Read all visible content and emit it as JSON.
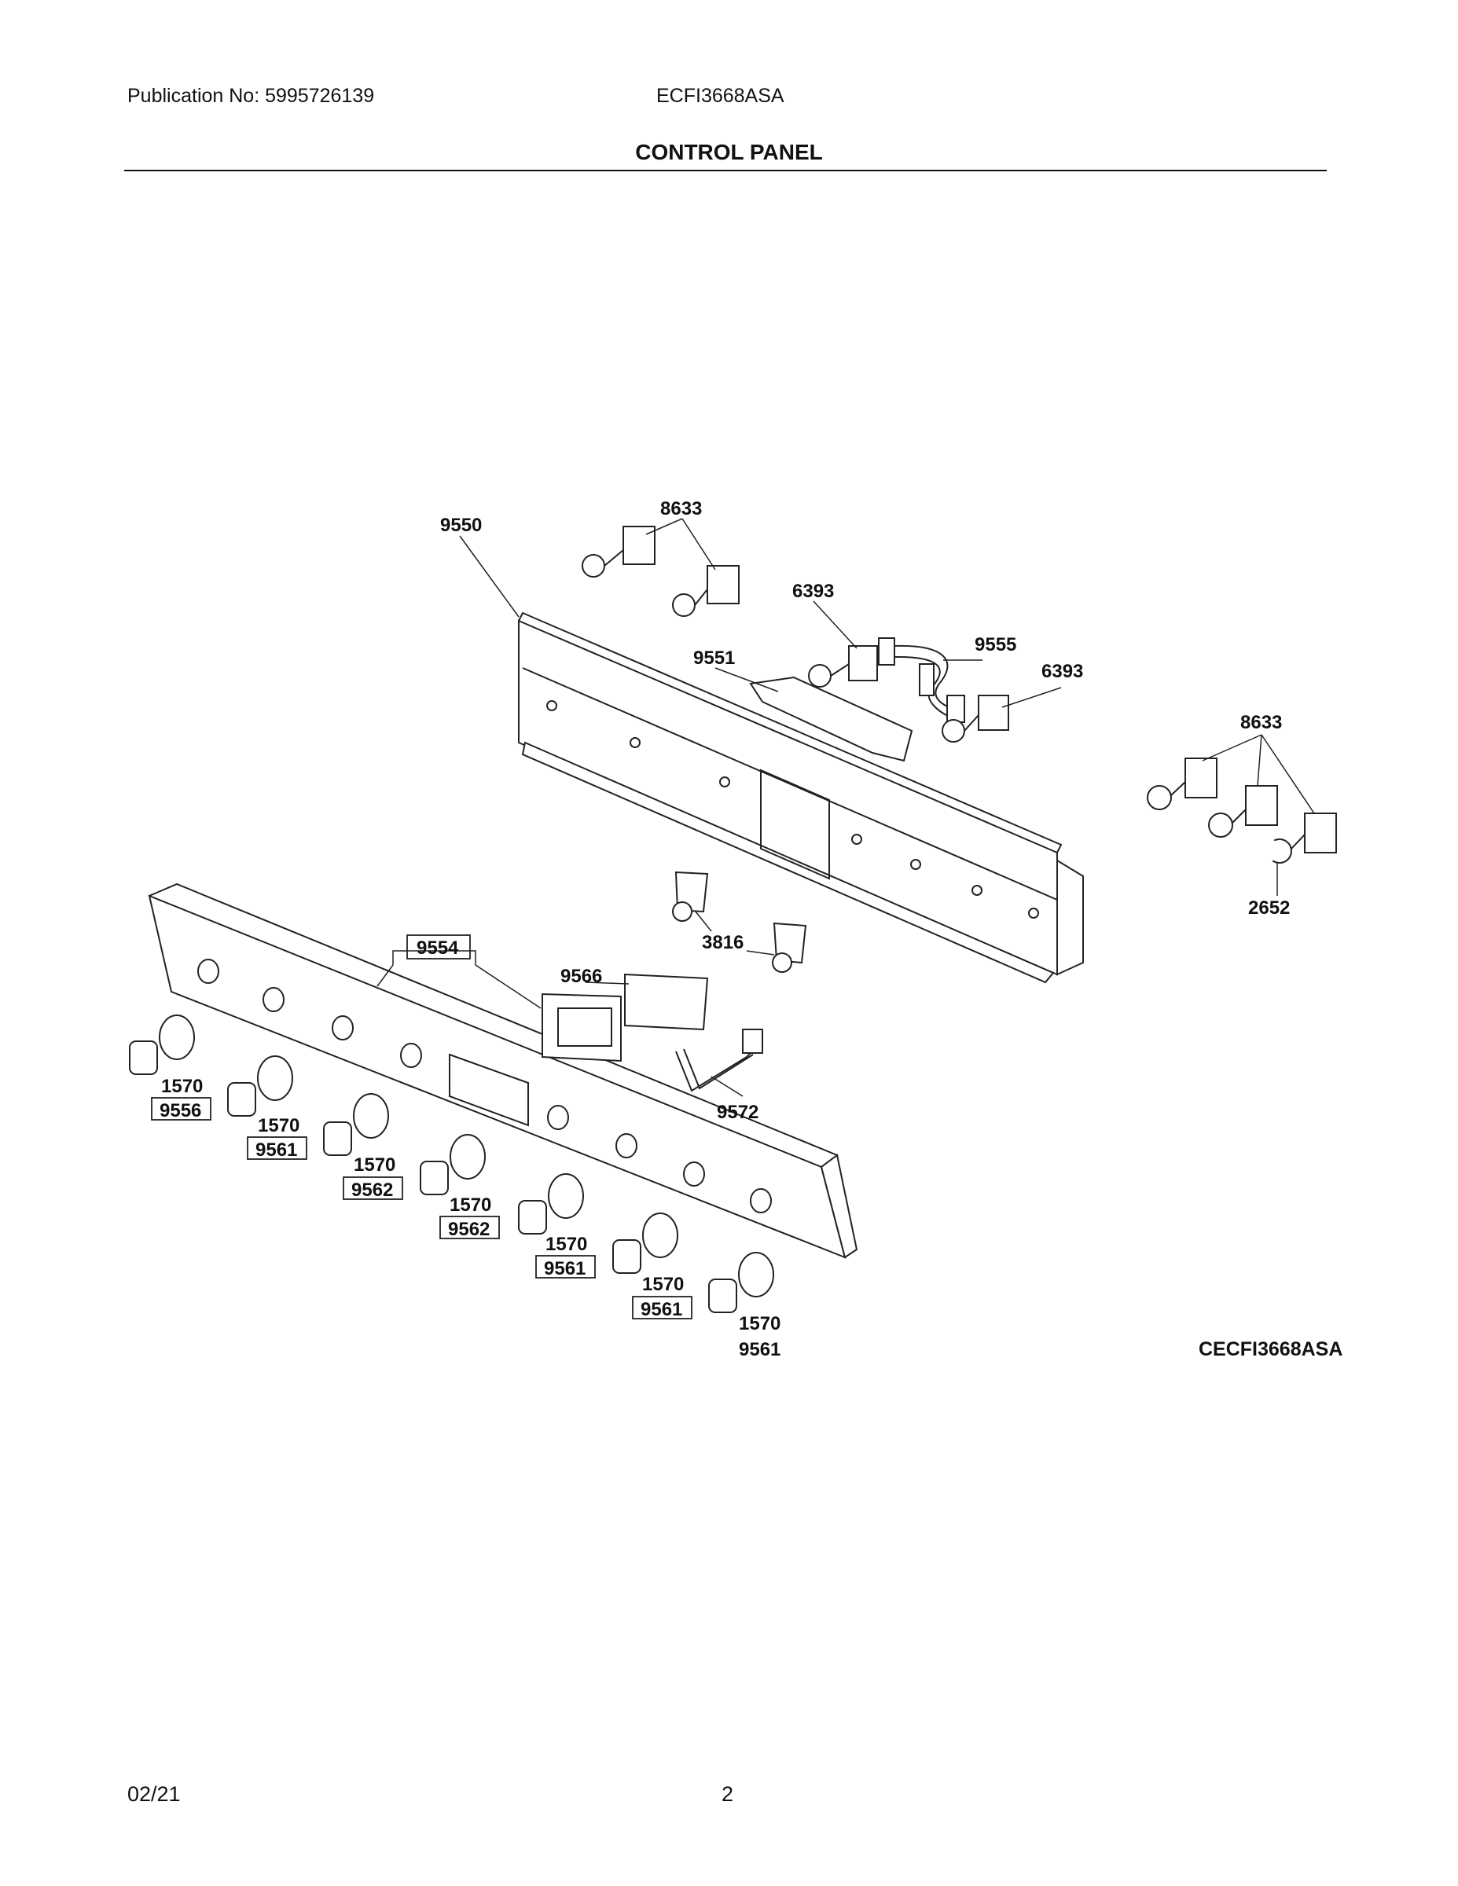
{
  "header": {
    "publication": "Publication No: 5995726139",
    "model": "ECFI3668ASA",
    "section_title": "CONTROL PANEL"
  },
  "diagram": {
    "image_code": "CECFI3668ASA",
    "callouts": [
      "9550",
      "8633",
      "6393",
      "9555",
      "9551",
      "6393",
      "8633",
      "2652",
      "3816",
      "9554",
      "9566",
      "9572",
      "1570",
      "9556",
      "1570",
      "9561",
      "1570",
      "9562",
      "1570",
      "9562",
      "1570",
      "9561",
      "1570",
      "9561",
      "1570",
      "9561"
    ]
  },
  "footer": {
    "date": "02/21",
    "page_number": "2"
  }
}
